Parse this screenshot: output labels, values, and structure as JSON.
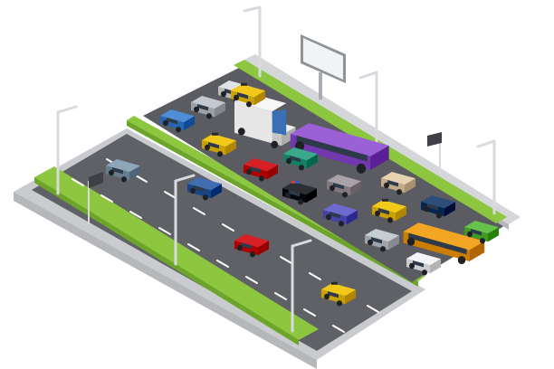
{
  "scene": {
    "description_visible_text": "",
    "colors": {
      "background": "#ffffff",
      "asphalt": "#5f6166",
      "asphalt_dark": "#4e5055",
      "curb_top": "#d9dadc",
      "curb_side": "#b9bbbe",
      "grass": "#8dc63f",
      "grass_side": "#6da52b",
      "lane_marking": "#ffffff",
      "pole": "#e7e8ea",
      "pole_shade": "#bfc2c6",
      "billboard_frame": "#a9acb1",
      "billboard_face": "#f2f3f4"
    },
    "vehicles": [
      {
        "kind": "car",
        "color": "#8fa6b8"
      },
      {
        "kind": "car",
        "color": "#3f6db0"
      },
      {
        "kind": "car",
        "color": "#d91f26"
      },
      {
        "kind": "taxi",
        "color": "#f2c81a"
      },
      {
        "kind": "car",
        "color": "#4f8ed6"
      },
      {
        "kind": "car",
        "color": "#c3c9cf"
      },
      {
        "kind": "taxi",
        "color": "#f2c81a"
      },
      {
        "kind": "car",
        "color": "#e0e3e6"
      },
      {
        "kind": "truck",
        "color": "#eeeeee"
      },
      {
        "kind": "car",
        "color": "#d91f26"
      },
      {
        "kind": "bus",
        "color": "#9b5fd6"
      },
      {
        "kind": "car",
        "color": "#3aa88b"
      },
      {
        "kind": "police",
        "color": "#2c2f36"
      },
      {
        "kind": "car",
        "color": "#a9a2a8"
      },
      {
        "kind": "car",
        "color": "#e8d2b0"
      },
      {
        "kind": "car",
        "color": "#6e6ad0"
      },
      {
        "kind": "taxi",
        "color": "#f2c81a"
      },
      {
        "kind": "car",
        "color": "#2e4e7a"
      },
      {
        "kind": "car",
        "color": "#c7ccd2"
      },
      {
        "kind": "bus",
        "color": "#f3a623"
      },
      {
        "kind": "car",
        "color": "#66c24a"
      },
      {
        "kind": "car",
        "color": "#f4f4f6"
      },
      {
        "kind": "taxi",
        "color": "#f2c81a"
      }
    ],
    "icons": [
      "street-lamp-icon",
      "billboard-icon",
      "road-sign-icon"
    ]
  }
}
